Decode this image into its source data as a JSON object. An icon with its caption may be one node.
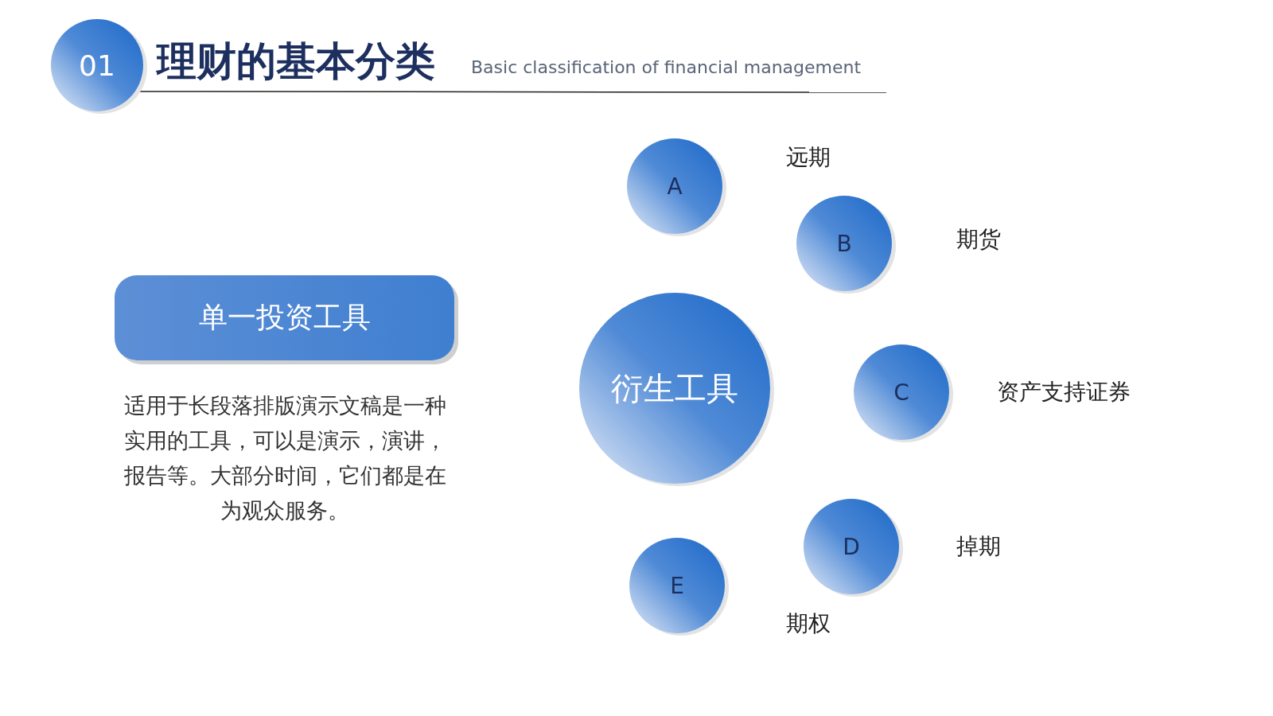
{
  "diagram": {
    "title": "理财的基本分类",
    "nodes": [
      {
        "text": [
          "01"
        ]
      },
      {
        "text": [
          "单一投资工具"
        ]
      },
      {
        "text": [
          "衍生工具"
        ]
      },
      {
        "text": [
          "A"
        ]
      },
      {
        "text": [
          "B"
        ],
        "beside": [
          "期货"
        ]
      },
      {
        "text": [
          "C"
        ],
        "beside": [
          "资产支持证券"
        ]
      },
      {
        "text": [
          "D"
        ],
        "beside": [
          "掉期"
        ]
      },
      {
        "text": [
          "E"
        ]
      }
    ],
    "labels": [
      "Basic classification of financial management",
      "远期",
      "适用于长段落排版演示文稿是一种实用的工具，可以是演示，演讲，报告等。大部分时间，它们都是在为观众服务。",
      "期权"
    ]
  }
}
